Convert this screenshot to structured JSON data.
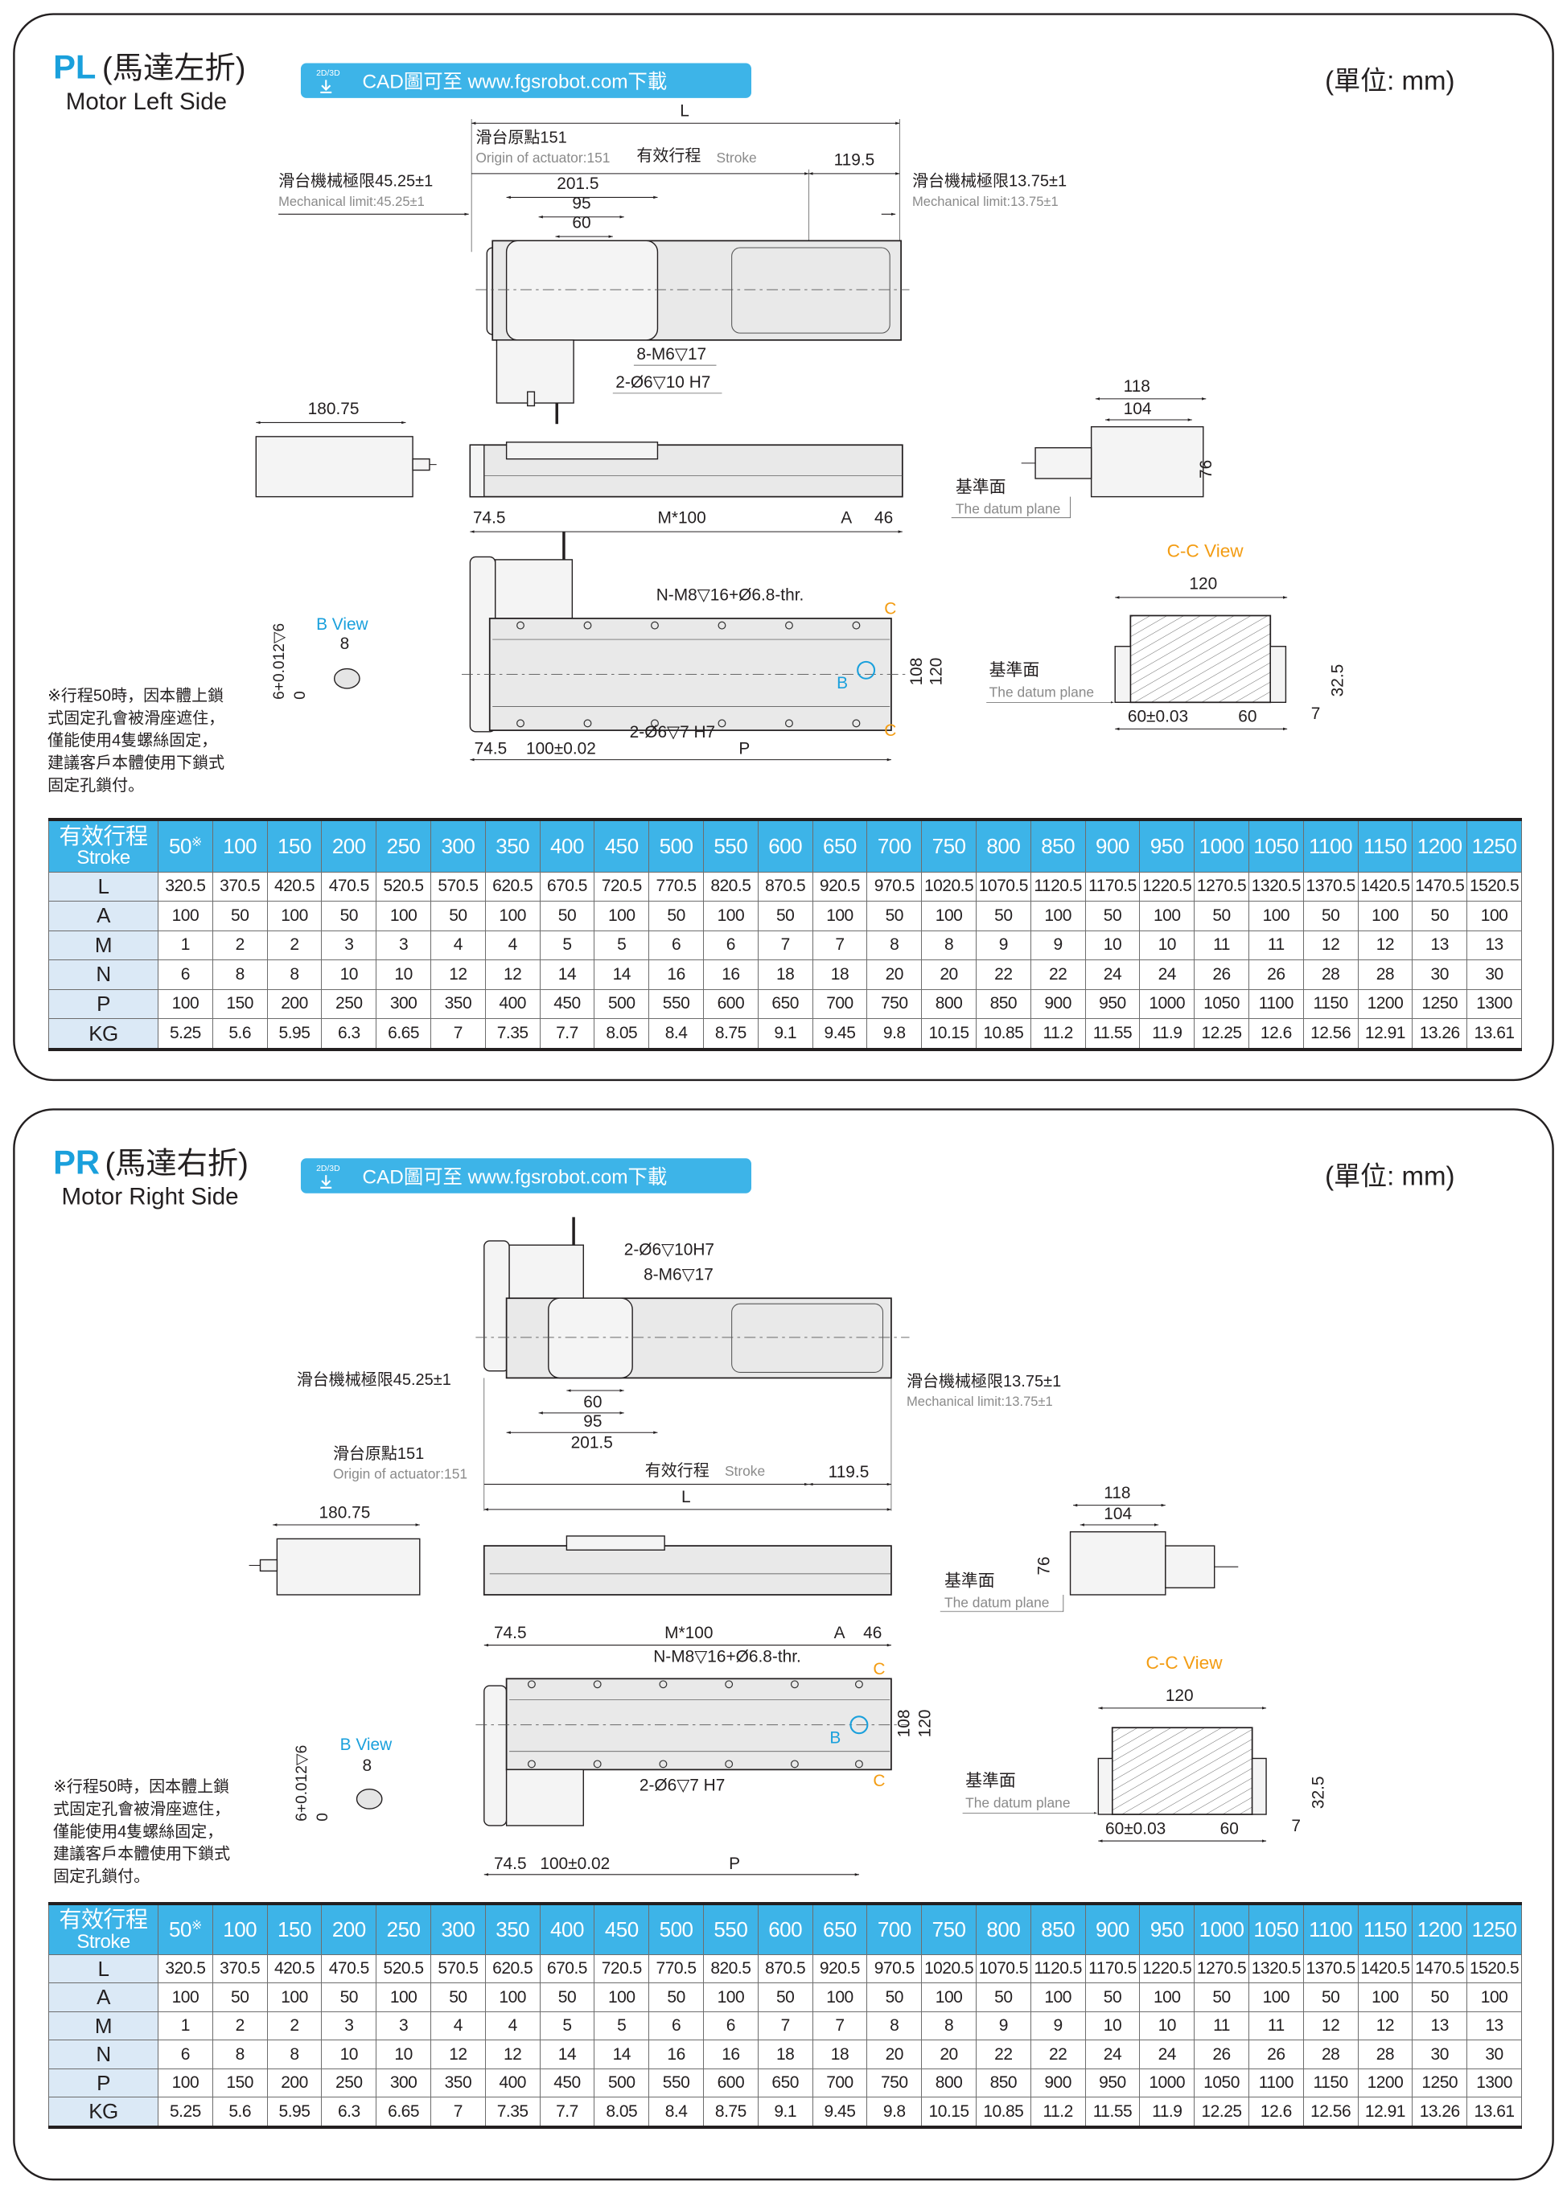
{
  "panels": [
    {
      "code": "PL",
      "title_zh": "(馬達左折)",
      "title_en": "Motor Left Side",
      "cad_badge": "2D/3D",
      "cad_text": "CAD圖可至 www.fgsrobot.com下載",
      "unit": "(單位: mm)",
      "dims": {
        "L": "L",
        "origin_zh": "滑台原點151",
        "origin_en": "Origin of actuator:151",
        "stroke_zh": "有效行程",
        "stroke_en": "Stroke",
        "d119": "119.5",
        "mech_left_zh": "滑台機械極限45.25±1",
        "mech_left_en": "Mechanical limit:45.25±1",
        "mech_right_zh": "滑台機械極限13.75±1",
        "mech_right_en": "Mechanical limit:13.75±1",
        "d201": "201.5",
        "d95": "95",
        "d60": "60",
        "m6": "8-M6▽17",
        "pin10": "2-Ø6▽10 H7",
        "d180": "180.75",
        "d118": "118",
        "d104": "104",
        "d76": "76",
        "datum_zh": "基準面",
        "datum_en": "The datum plane",
        "d74": "74.5",
        "m100": "M*100",
        "A": "A",
        "d46": "46",
        "nm8": "N-M8▽16+Ø6.8-thr.",
        "C": "C",
        "d108": "108",
        "d120": "120",
        "B": "B",
        "pin7": "2-Ø6▽7 H7",
        "d100": "100±0.02",
        "P": "P",
        "bview": "B View",
        "d8": "8",
        "tol": "6+0.012▽6",
        "zero": "0",
        "ccview": "C-C View",
        "cc120": "120",
        "d32": "32.5",
        "d60t": "60±0.03",
        "cc60": "60",
        "d7": "7"
      },
      "note": [
        "※行程50時，因本體上鎖",
        "式固定孔會被滑座遮住，",
        "僅能使用4隻螺絲固定，",
        "建議客戶本體使用下鎖式",
        "固定孔鎖付。"
      ]
    },
    {
      "code": "PR",
      "title_zh": "(馬達右折)",
      "title_en": "Motor Right Side",
      "cad_badge": "2D/3D",
      "cad_text": "CAD圖可至 www.fgsrobot.com下載",
      "unit": "(單位: mm)",
      "dims": {
        "L": "L",
        "origin_zh": "滑台原點151",
        "origin_en": "Origin of actuator:151",
        "stroke_zh": "有效行程",
        "stroke_en": "Stroke",
        "d119": "119.5",
        "mech_left_zh": "滑台機械極限45.25±1",
        "mech_right_zh": "滑台機械極限13.75±1",
        "mech_right_en": "Mechanical limit:13.75±1",
        "d201": "201.5",
        "d95": "95",
        "d60": "60",
        "m6": "8-M6▽17",
        "pin10": "2-Ø6▽10H7",
        "d180": "180.75",
        "d118": "118",
        "d104": "104",
        "d76": "76",
        "datum_zh": "基準面",
        "datum_en": "The datum plane",
        "d74": "74.5",
        "m100": "M*100",
        "A": "A",
        "d46": "46",
        "nm8": "N-M8▽16+Ø6.8-thr.",
        "C": "C",
        "d108": "108",
        "d120": "120",
        "B": "B",
        "pin7": "2-Ø6▽7 H7",
        "d100": "100±0.02",
        "P": "P",
        "bview": "B View",
        "d8": "8",
        "tol": "6+0.012▽6",
        "zero": "0",
        "ccview": "C-C View",
        "cc120": "120",
        "d32": "32.5",
        "d60t": "60±0.03",
        "cc60": "60",
        "d7": "7"
      },
      "note": [
        "※行程50時，因本體上鎖",
        "式固定孔會被滑座遮住，",
        "僅能使用4隻螺絲固定，",
        "建議客戶本體使用下鎖式",
        "固定孔鎖付。"
      ]
    }
  ],
  "table": {
    "header_zh": "有效行程",
    "header_en": "Stroke",
    "first_mark": "※",
    "strokes": [
      "50",
      "100",
      "150",
      "200",
      "250",
      "300",
      "350",
      "400",
      "450",
      "500",
      "550",
      "600",
      "650",
      "700",
      "750",
      "800",
      "850",
      "900",
      "950",
      "1000",
      "1050",
      "1100",
      "1150",
      "1200",
      "1250"
    ],
    "rows": [
      {
        "label": "L",
        "values": [
          "320.5",
          "370.5",
          "420.5",
          "470.5",
          "520.5",
          "570.5",
          "620.5",
          "670.5",
          "720.5",
          "770.5",
          "820.5",
          "870.5",
          "920.5",
          "970.5",
          "1020.5",
          "1070.5",
          "1120.5",
          "1170.5",
          "1220.5",
          "1270.5",
          "1320.5",
          "1370.5",
          "1420.5",
          "1470.5",
          "1520.5"
        ]
      },
      {
        "label": "A",
        "values": [
          "100",
          "50",
          "100",
          "50",
          "100",
          "50",
          "100",
          "50",
          "100",
          "50",
          "100",
          "50",
          "100",
          "50",
          "100",
          "50",
          "100",
          "50",
          "100",
          "50",
          "100",
          "50",
          "100",
          "50",
          "100"
        ]
      },
      {
        "label": "M",
        "values": [
          "1",
          "2",
          "2",
          "3",
          "3",
          "4",
          "4",
          "5",
          "5",
          "6",
          "6",
          "7",
          "7",
          "8",
          "8",
          "9",
          "9",
          "10",
          "10",
          "11",
          "11",
          "12",
          "12",
          "13",
          "13"
        ]
      },
      {
        "label": "N",
        "values": [
          "6",
          "8",
          "8",
          "10",
          "10",
          "12",
          "12",
          "14",
          "14",
          "16",
          "16",
          "18",
          "18",
          "20",
          "20",
          "22",
          "22",
          "24",
          "24",
          "26",
          "26",
          "28",
          "28",
          "30",
          "30"
        ]
      },
      {
        "label": "P",
        "values": [
          "100",
          "150",
          "200",
          "250",
          "300",
          "350",
          "400",
          "450",
          "500",
          "550",
          "600",
          "650",
          "700",
          "750",
          "800",
          "850",
          "900",
          "950",
          "1000",
          "1050",
          "1100",
          "1150",
          "1200",
          "1250",
          "1300"
        ]
      },
      {
        "label": "KG",
        "values": [
          "5.25",
          "5.6",
          "5.95",
          "6.3",
          "6.65",
          "7",
          "7.35",
          "7.7",
          "8.05",
          "8.4",
          "8.75",
          "9.1",
          "9.45",
          "9.8",
          "10.15",
          "10.85",
          "11.2",
          "11.55",
          "11.9",
          "12.25",
          "12.6",
          "12.56",
          "12.91",
          "13.26",
          "13.61"
        ]
      }
    ]
  },
  "colors": {
    "accent": "#3db4e8",
    "row_label_bg": "#dbe9f6",
    "cview": "#f39c12",
    "bview": "#1aa0dc"
  }
}
